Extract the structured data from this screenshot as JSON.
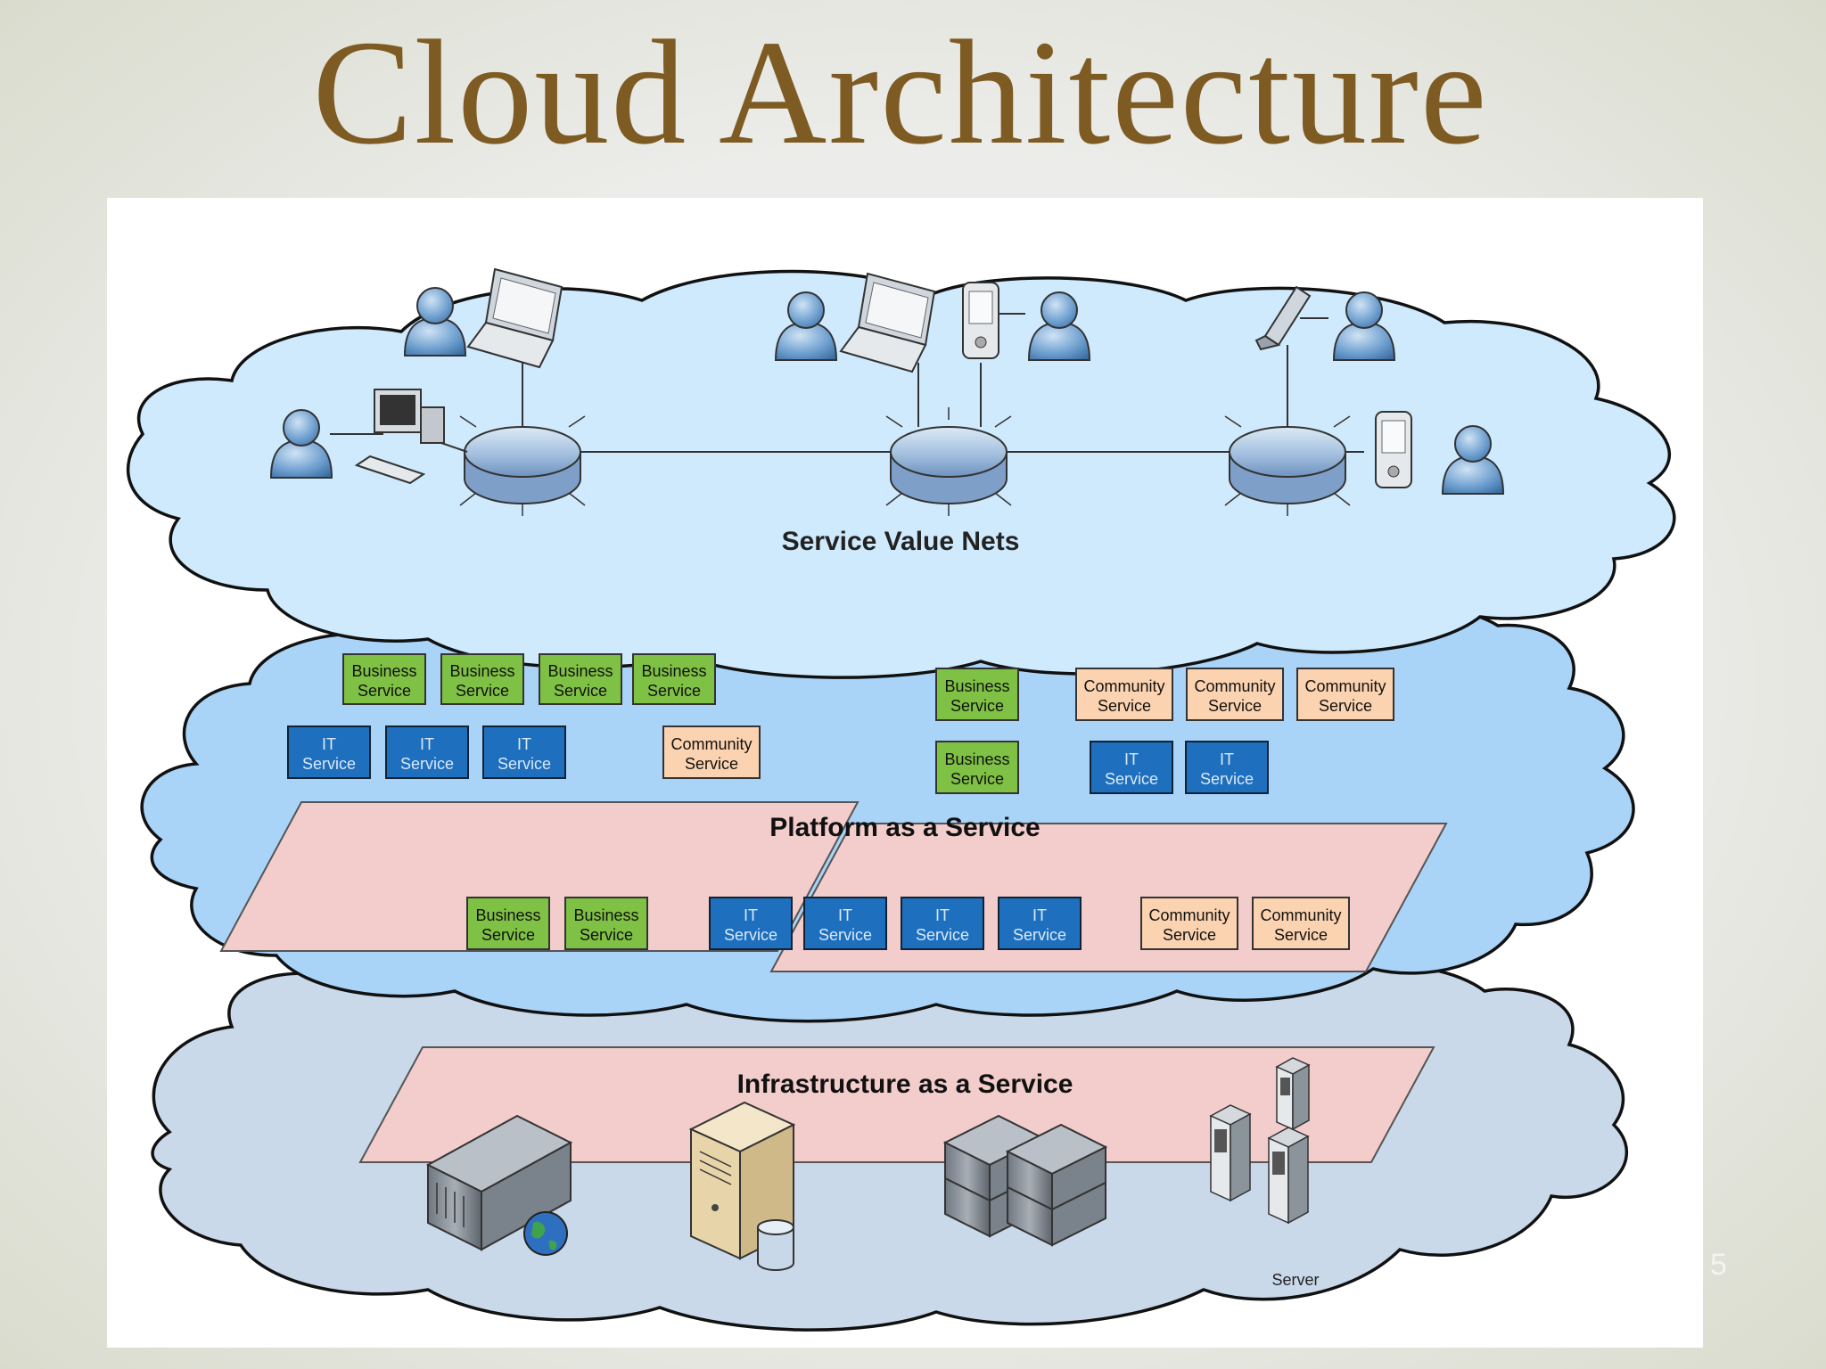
{
  "title": "Cloud Architecture",
  "page_number": "5",
  "layers": {
    "service_value_nets": {
      "label": "Service Value Nets"
    },
    "platform": {
      "label": "Platform as a Service"
    },
    "infrastructure": {
      "label": "Infrastructure as a Service"
    }
  },
  "service_labels": {
    "business": [
      "Business",
      "Service"
    ],
    "it": [
      "IT",
      "Service"
    ],
    "community": [
      "Community",
      "Service"
    ]
  },
  "platform_groups": [
    {
      "rows": [
        [
          "business",
          "business",
          "business",
          "business"
        ],
        [
          "it",
          "it",
          "it",
          "community"
        ]
      ]
    },
    {
      "rows": [
        [
          "business",
          "community",
          "community",
          "community"
        ],
        [
          "business",
          "it",
          "it"
        ]
      ]
    },
    {
      "rows": [
        [
          "business",
          "business",
          "it",
          "it",
          "it",
          "it",
          "community",
          "community"
        ]
      ]
    }
  ],
  "infrastructure": {
    "server_label": "Server"
  },
  "colors": {
    "title": "#7e5b23",
    "svn_cloud": "#cfeafc",
    "paas_cloud": "#a9d3f7",
    "iaas_cloud": "#c9d9ea",
    "group_fill": "#f2cdcb",
    "business": "#7fc144",
    "it": "#1e6fbd",
    "community": "#fbd3b0"
  }
}
